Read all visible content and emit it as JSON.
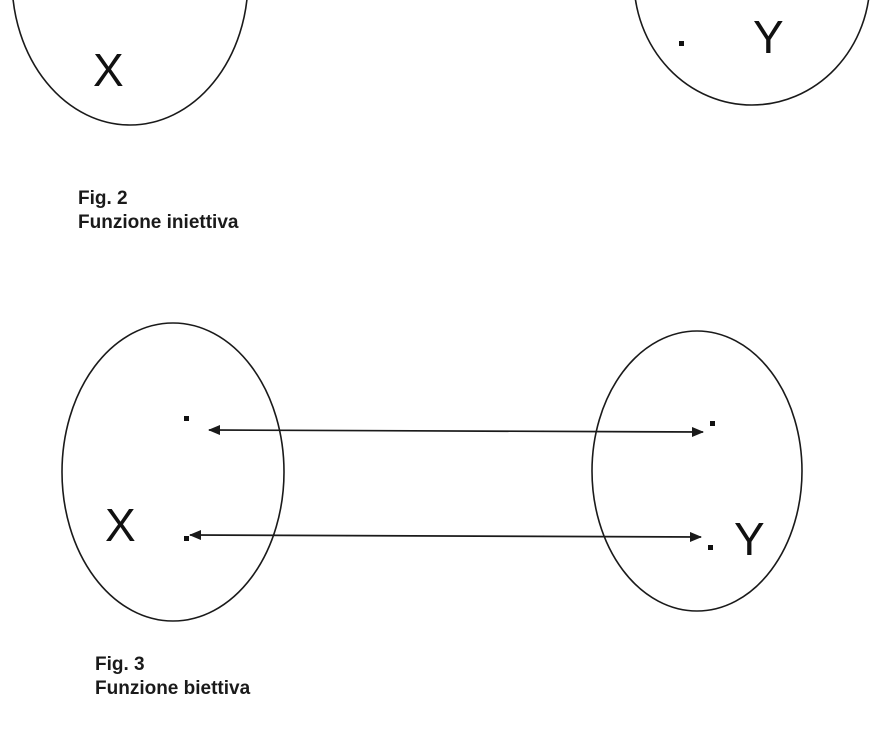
{
  "figure_2": {
    "number_label": "Fig. 2",
    "caption": "Funzione iniettiva",
    "domain_label": "X",
    "codomain_label": "Y"
  },
  "figure_3": {
    "number_label": "Fig. 3",
    "caption": "Funzione biettiva",
    "domain_label": "X",
    "codomain_label": "Y"
  },
  "colors": {
    "ink": "#1a1a1a",
    "background": "#ffffff"
  }
}
